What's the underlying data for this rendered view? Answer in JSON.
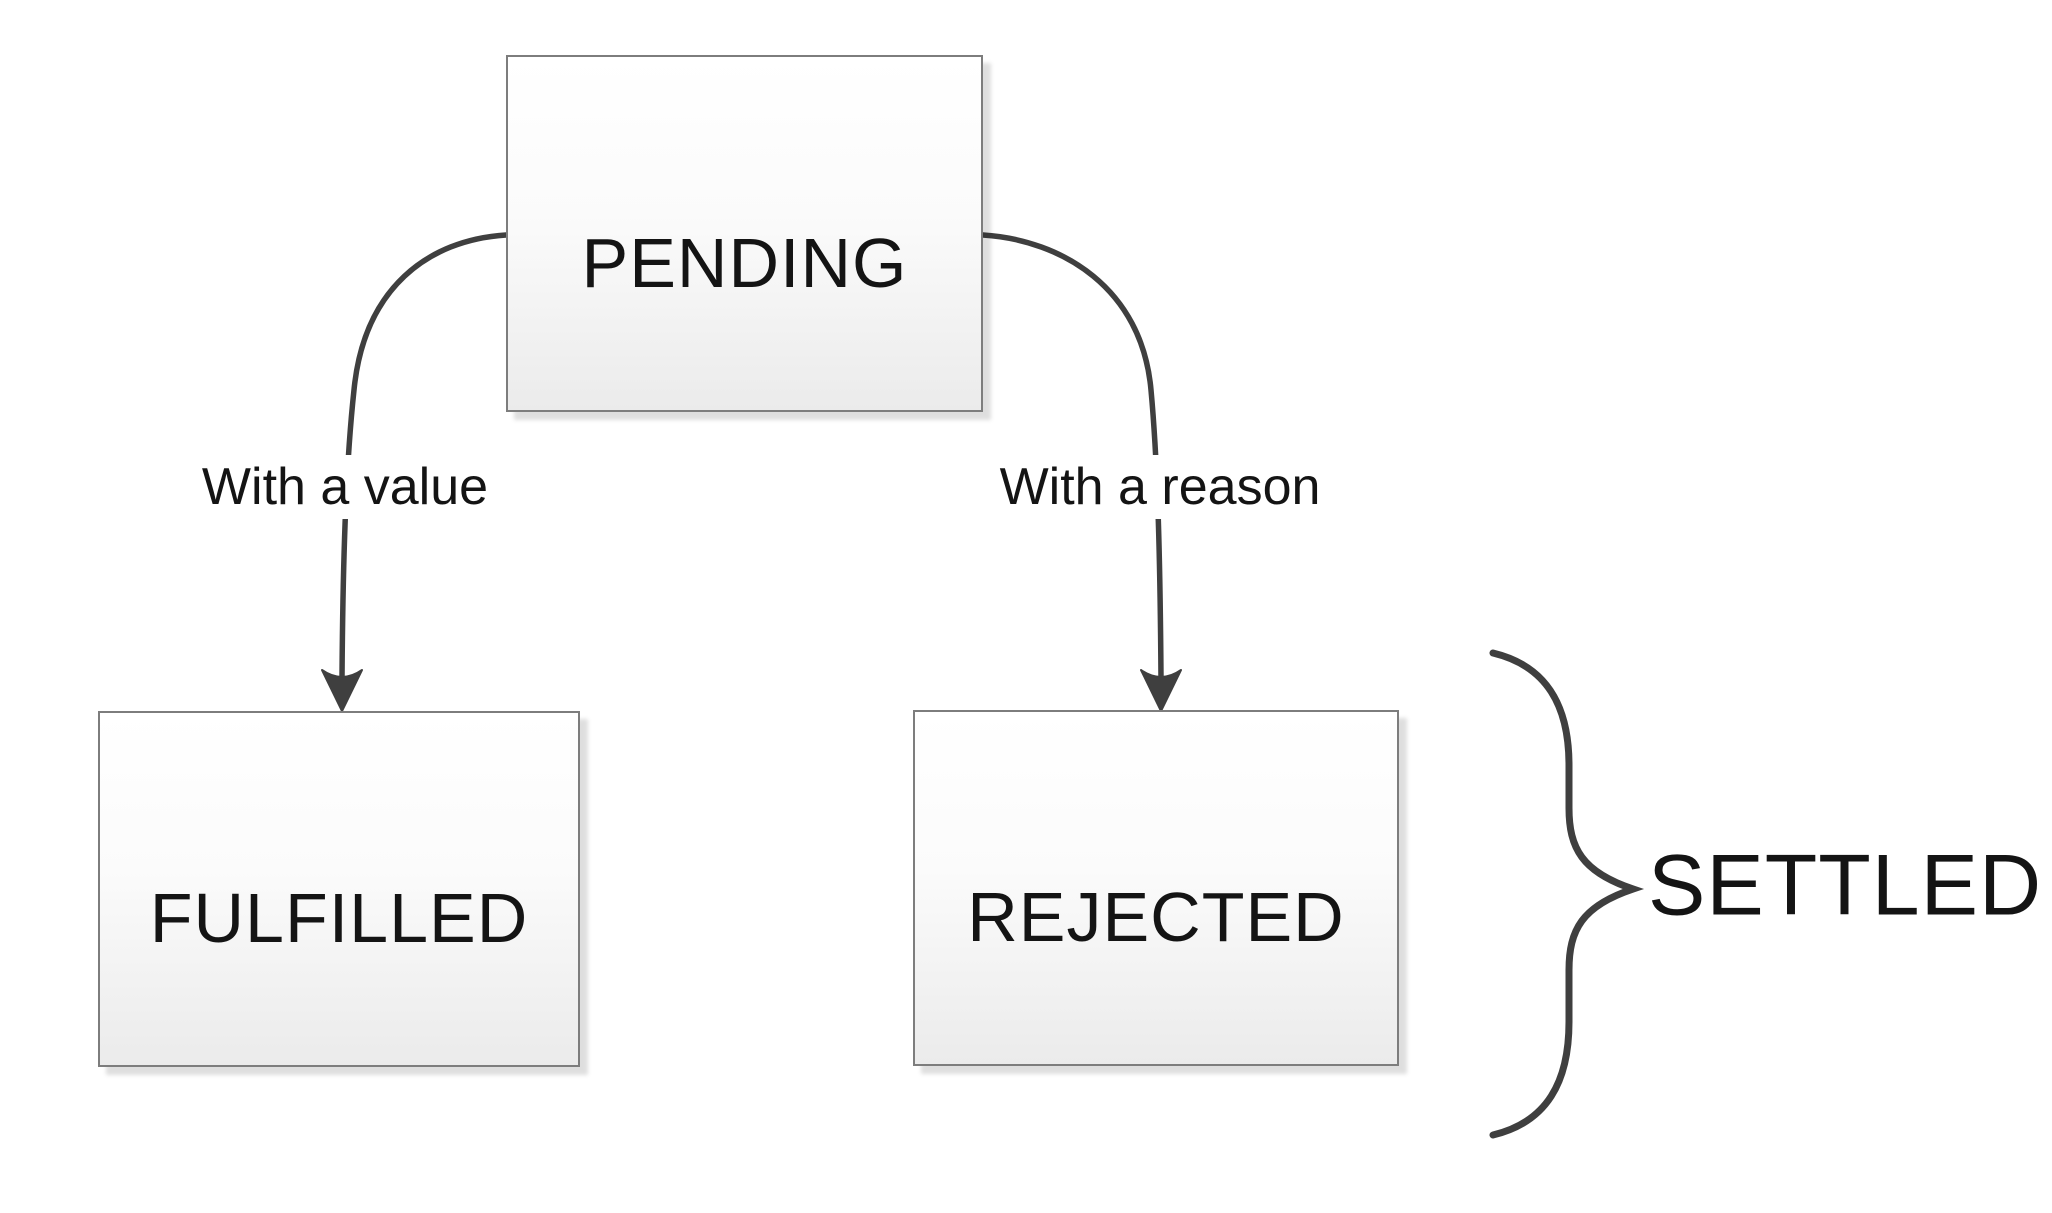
{
  "diagram": {
    "type": "state-diagram",
    "nodes": [
      {
        "id": "pending",
        "label": "PENDING"
      },
      {
        "id": "fulfilled",
        "label": "FULFILLED"
      },
      {
        "id": "rejected",
        "label": "REJECTED"
      }
    ],
    "edges": [
      {
        "from": "pending",
        "to": "fulfilled",
        "label": "With a value"
      },
      {
        "from": "pending",
        "to": "rejected",
        "label": "With a reason"
      }
    ],
    "group": {
      "label": "SETTLED",
      "bracket": "right-curly-brace"
    },
    "colors": {
      "background": "#ffffff",
      "node_border": "#7d7d7d",
      "node_fill_top": "#ffffff",
      "node_fill_bottom": "#ebebeb",
      "connector": "#3f3f3f",
      "text": "#141414"
    }
  }
}
